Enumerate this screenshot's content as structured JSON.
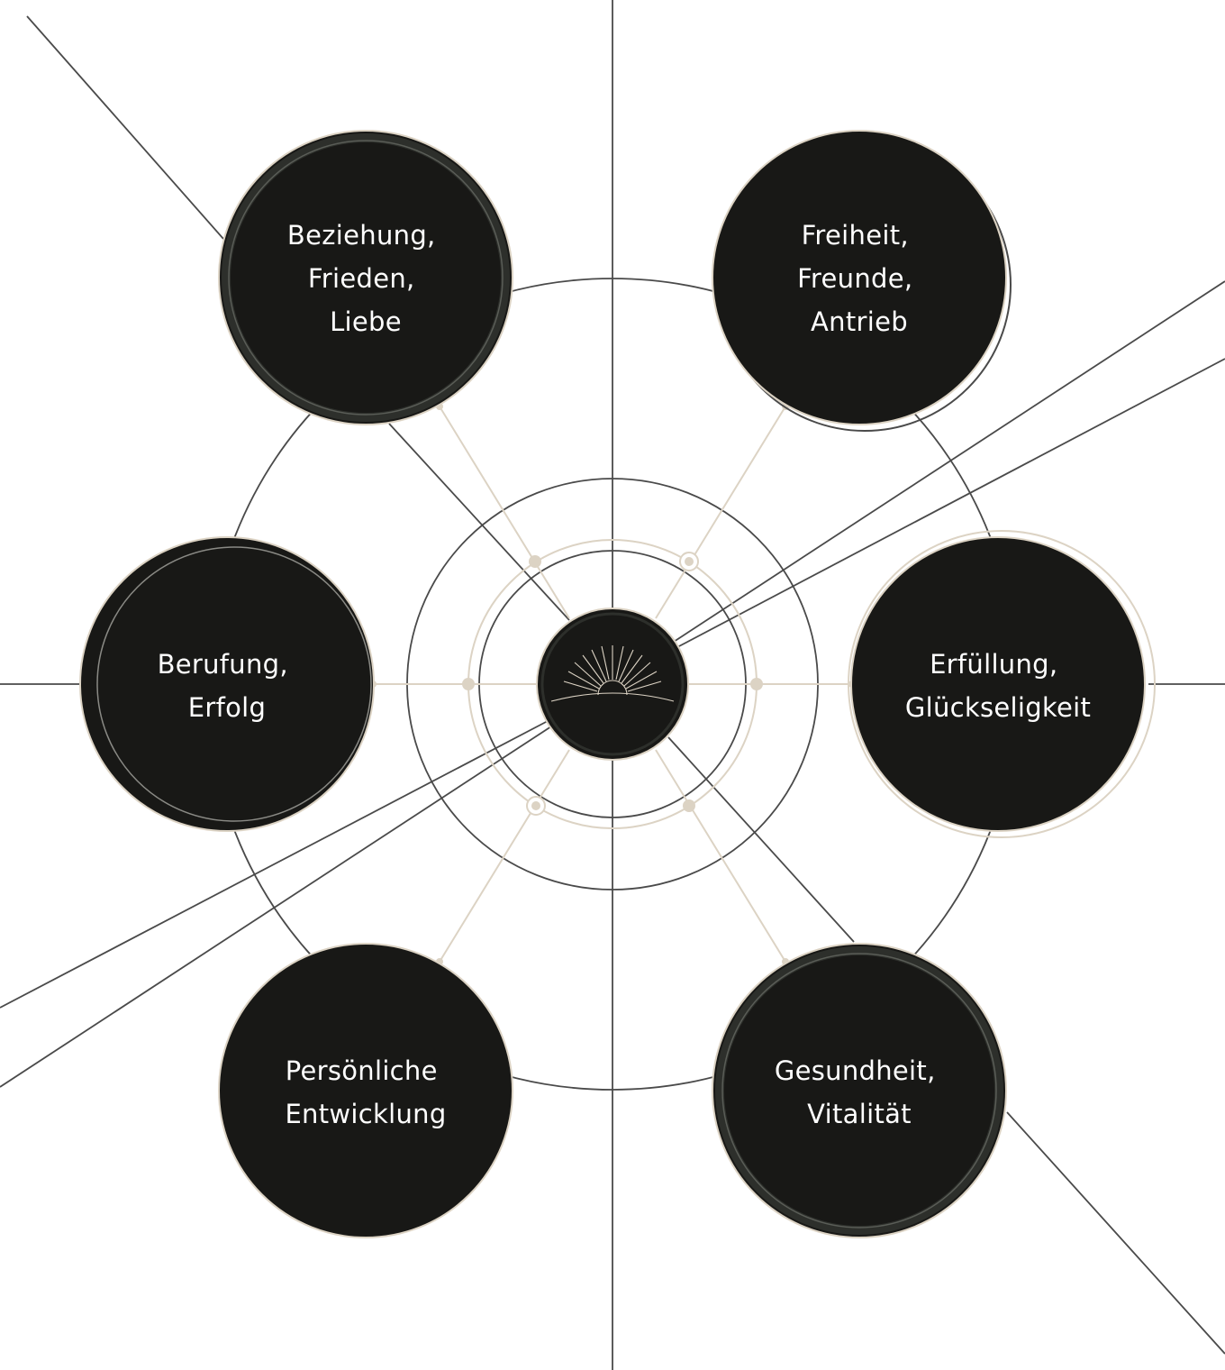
{
  "colors": {
    "background": "#ffffff",
    "line": "#4a4a4a",
    "accent": "#dcd3c4",
    "node_fill": "#181816",
    "node_ring": "#2d2f2b",
    "label": "#ffffff"
  },
  "center": {
    "icon": "sunrise-icon"
  },
  "nodes": [
    {
      "lines": [
        "Beziehung,",
        "Frieden,",
        "Liebe"
      ]
    },
    {
      "lines": [
        "Freiheit,",
        "Freunde,",
        "Antrieb"
      ]
    },
    {
      "lines": [
        "Berufung,",
        "Erfolg"
      ]
    },
    {
      "lines": [
        "Erfüllung,",
        "Glückseligkeit"
      ]
    },
    {
      "lines": [
        "Persönliche",
        "Entwicklung"
      ]
    },
    {
      "lines": [
        "Gesundheit,",
        "Vitalität"
      ]
    }
  ]
}
